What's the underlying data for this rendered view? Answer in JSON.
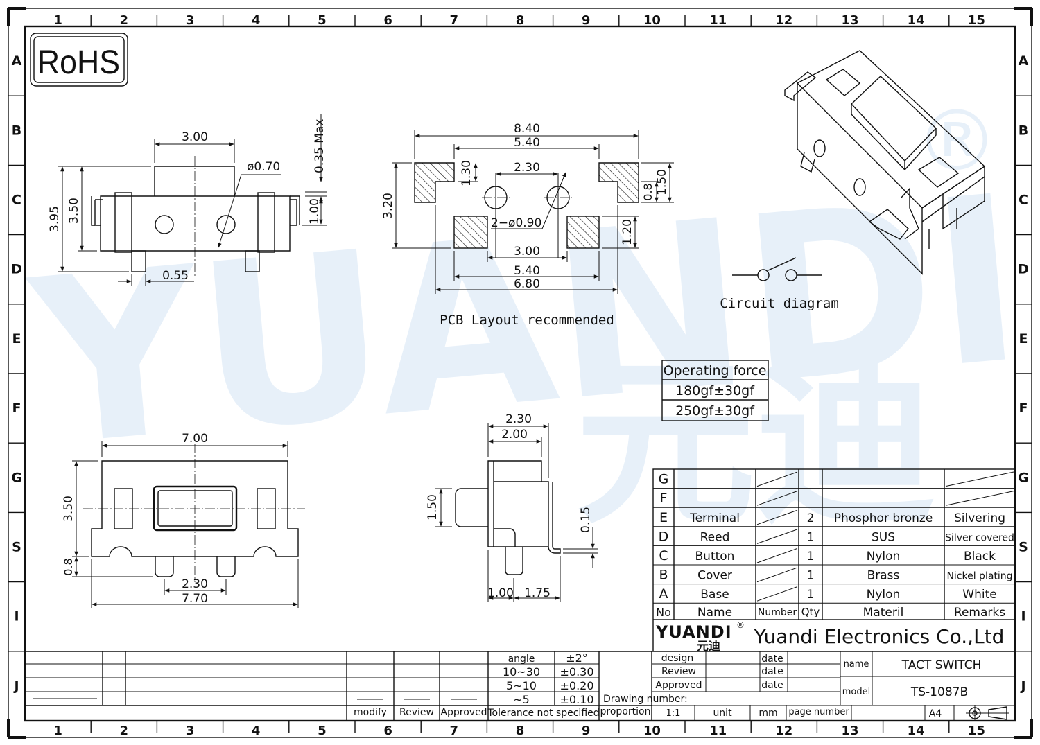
{
  "frame": {
    "columns": [
      "1",
      "2",
      "3",
      "4",
      "5",
      "6",
      "7",
      "8",
      "9",
      "10",
      "11",
      "12",
      "13",
      "14",
      "15"
    ],
    "rows": [
      "A",
      "B",
      "C",
      "D",
      "E",
      "F",
      "G",
      "S",
      "I",
      "J"
    ]
  },
  "rohs": "RoHS",
  "watermark": {
    "latin": "YUANDI",
    "cjk": "元迪",
    "mark": "®",
    "color": "#2f80d0"
  },
  "top_view": {
    "dims": [
      "3.00",
      "ø0.70",
      "0.35 Max",
      "3.95",
      "3.50",
      "1.00",
      "0.55"
    ]
  },
  "pcb_layout": {
    "dims": [
      "8.40",
      "5.40",
      "2.30",
      "1.30",
      "3.20",
      "2−ø0.90",
      "0.8",
      "1.50",
      "1.20",
      "3.00",
      "5.40",
      "6.80"
    ],
    "caption": "PCB  Layout  recommended"
  },
  "circuit": {
    "caption": "Circuit  diagram"
  },
  "operating_force": {
    "header": "Operating force",
    "values": [
      "180gf±30gf",
      "250gf±30gf"
    ]
  },
  "front_view": {
    "dims": [
      "7.00",
      "3.50",
      "0.8",
      "2.30",
      "7.70"
    ]
  },
  "side_view": {
    "dims": [
      "2.30",
      "2.00",
      "1.50",
      "0.15",
      "1.00",
      "1.75"
    ]
  },
  "bom": {
    "header": {
      "no": "No",
      "name": "Name",
      "number": "Number",
      "qty": "Qty",
      "material": "Materil",
      "remarks": "Remarks"
    },
    "rows": [
      {
        "no": "G",
        "name": "",
        "qty": "",
        "material": "",
        "remarks": ""
      },
      {
        "no": "F",
        "name": "",
        "qty": "",
        "material": "",
        "remarks": ""
      },
      {
        "no": "E",
        "name": "Terminal",
        "qty": "2",
        "material": "Phosphor bronze",
        "remarks": "Silvering"
      },
      {
        "no": "D",
        "name": "Reed",
        "qty": "1",
        "material": "SUS",
        "remarks": "Silver covered"
      },
      {
        "no": "C",
        "name": "Button",
        "qty": "1",
        "material": "Nylon",
        "remarks": "Black"
      },
      {
        "no": "B",
        "name": "Cover",
        "qty": "1",
        "material": "Brass",
        "remarks": "Nickel plating"
      },
      {
        "no": "A",
        "name": "Base",
        "qty": "1",
        "material": "Nylon",
        "remarks": "White"
      }
    ]
  },
  "company": {
    "logo_text": "YUANDI",
    "logo_cjk": "元迪",
    "logo_mark": "®",
    "name": "Yuandi Electronics Co.,Ltd"
  },
  "title_block": {
    "design": "design",
    "review": "Review",
    "approved": "Approved",
    "date": "date",
    "name_label": "name",
    "name_value": "TACT SWITCH",
    "model_label": "model",
    "model_value": "TS-1087B",
    "drawing_number": "Drawing number:",
    "proportion": "proportion",
    "scale": "1:1",
    "unit": "unit",
    "unit_value": "mm",
    "page_number": "page number",
    "size": "A4"
  },
  "tolerance": {
    "rows": [
      {
        "range": "angle",
        "tol": "±2°"
      },
      {
        "range": "10~30",
        "tol": "±0.30"
      },
      {
        "range": "5~10",
        "tol": "±0.20"
      },
      {
        "range": "~5",
        "tol": "±0.10"
      }
    ],
    "caption": "Tolerance not specified"
  },
  "revision": {
    "modify": "modify",
    "review": "Review",
    "approved": "Approved"
  }
}
